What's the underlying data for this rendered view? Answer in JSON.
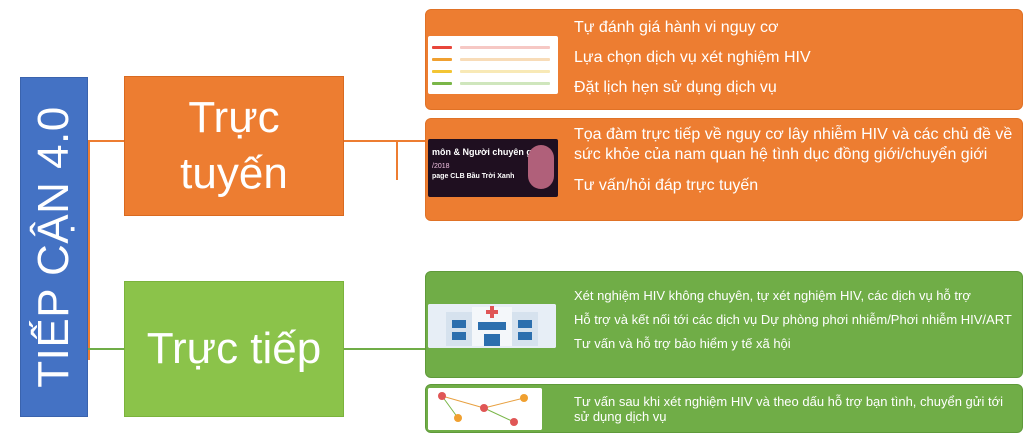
{
  "title": "TIẾP CẬN 4.0",
  "categories": [
    {
      "label": "Trực tuyến",
      "color": "#ED7D31"
    },
    {
      "label": "Trực tiếp",
      "color": "#8BC34A"
    }
  ],
  "boxes": [
    {
      "items": [
        "Tự đánh giá hành vi nguy cơ",
        "Lựa chọn dịch vụ xét nghiệm HIV",
        "Đặt lịch hẹn sử dụng dịch vụ"
      ]
    },
    {
      "items": [
        "Tọa đàm trực tiếp về nguy cơ lây nhiễm HIV và các chủ đề  về sức khỏe của nam quan hệ tình dục đồng giới/chuyển giới",
        "Tư vấn/hỏi đáp trực tuyến"
      ]
    },
    {
      "items": [
        "Xét nghiệm HIV không chuyên, tự xét nghiệm HIV, các dịch vụ hỗ trợ",
        "Hỗ trợ và kết nối tới các dịch vụ Dự phòng phơi nhiễm/Phơi nhiễm HIV/ART",
        "Tư vấn và hỗ trợ bảo hiểm y tế xã hội"
      ]
    },
    {
      "items": [
        "Tư vấn sau khi xét nghiệm HIV và theo dấu hỗ trợ bạn tình, chuyển gửi tới sử dụng dịch vụ"
      ]
    }
  ],
  "thumbnail_text": {
    "event_title": "môn & Người chuyên giới",
    "event_date": "/2018",
    "event_page": "page CLB Bầu Trời Xanh"
  }
}
